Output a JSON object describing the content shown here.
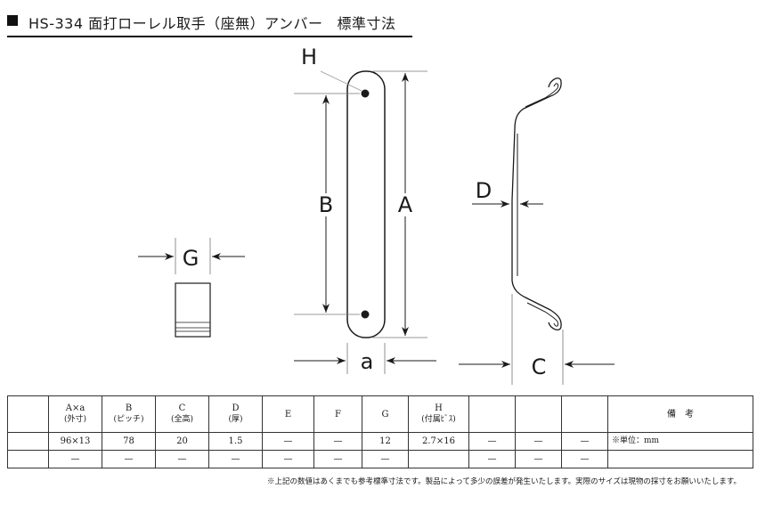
{
  "title": {
    "main": "HS-334 面打ローレル取手（座無）アンバー",
    "sub": "標準寸法"
  },
  "diagram": {
    "labels": {
      "H": "H",
      "B": "B",
      "A": "A",
      "a": "a",
      "D": "D",
      "C": "C",
      "G": "G"
    }
  },
  "table": {
    "headers": [
      {
        "top": "A×a",
        "bottom": "(外寸)"
      },
      {
        "top": "B",
        "bottom": "(ピッチ)"
      },
      {
        "top": "C",
        "bottom": "(全高)"
      },
      {
        "top": "D",
        "bottom": "(厚)"
      },
      {
        "top": "E",
        "bottom": ""
      },
      {
        "top": "F",
        "bottom": ""
      },
      {
        "top": "G",
        "bottom": ""
      },
      {
        "top": "H",
        "bottom": "(付属ﾋﾞｽ)"
      },
      {
        "top": "",
        "bottom": ""
      },
      {
        "top": "",
        "bottom": ""
      },
      {
        "top": "",
        "bottom": ""
      }
    ],
    "remarks_header": "備　考",
    "rows": [
      [
        "96×13",
        "78",
        "20",
        "1.5",
        "—",
        "—",
        "12",
        "2.7×16",
        "—",
        "—",
        "—"
      ],
      [
        "—",
        "—",
        "—",
        "—",
        "—",
        "—",
        "—",
        "",
        "—",
        "—",
        "—"
      ]
    ],
    "remarks": [
      "※単位：mm",
      ""
    ]
  },
  "footnote": "※上記の数値はあくまでも参考標準寸法です。製品によって多少の誤差が発生いたします。実際のサイズは現物の採寸をお願いいたします。"
}
